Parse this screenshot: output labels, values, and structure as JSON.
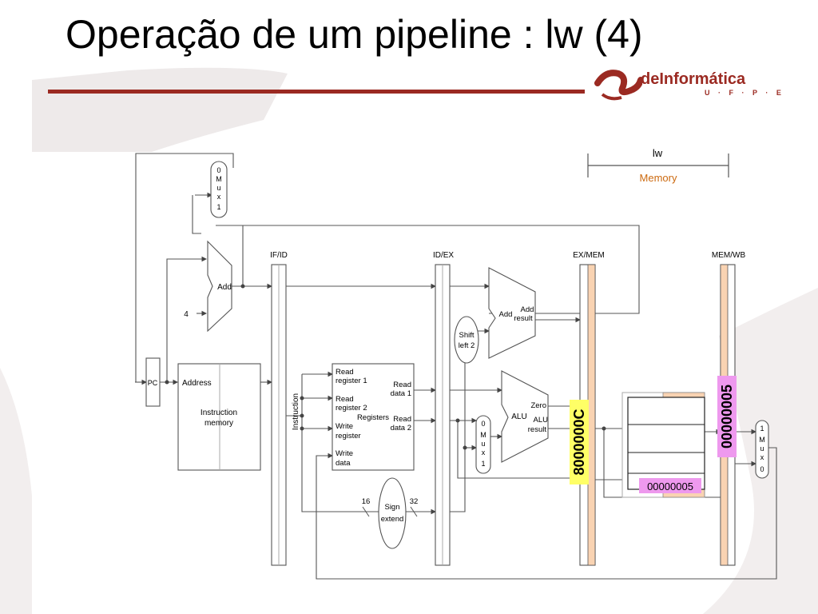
{
  "slide": {
    "title": "Operação de um pipeline : lw (4)",
    "logo": {
      "main": "deInformática",
      "sub": "U · F · P · E"
    }
  },
  "legend": {
    "instruction": "lw",
    "stage": "Memory"
  },
  "pipeline_registers": {
    "if_id": "IF/ID",
    "id_ex": "ID/EX",
    "ex_mem": "EX/MEM",
    "mem_wb": "MEM/WB"
  },
  "labels": {
    "pc": "PC",
    "add": "Add",
    "const4": "4",
    "mux_top": [
      "0",
      "M",
      "u",
      "x",
      "1"
    ],
    "mux_alu": [
      "0",
      "M",
      "u",
      "x",
      "1"
    ],
    "mux_wb": [
      "1",
      "M",
      "u",
      "x",
      "0"
    ],
    "address": "Address",
    "instruction_memory": [
      "Instruction",
      "memory"
    ],
    "instruction_bus": "Instruction",
    "read_register1": [
      "Read",
      "register 1"
    ],
    "read_register2": [
      "Read",
      "register 2"
    ],
    "write_register": [
      "Write",
      "register"
    ],
    "write_data": [
      "Write",
      "data"
    ],
    "read_data1": [
      "Read",
      "data 1"
    ],
    "read_data2": [
      "Read",
      "data 2"
    ],
    "registers": "Registers",
    "shift_left2": [
      "Shift",
      "left 2"
    ],
    "add_result_add": "Add",
    "add_result": [
      "Add",
      "result"
    ],
    "alu": "ALU",
    "zero": "Zero",
    "alu_result": [
      "ALU",
      "result"
    ],
    "sign_extend": [
      "Sign",
      "extend"
    ],
    "bits16": "16",
    "bits32": "32"
  },
  "values": {
    "ex_mem_value": "8000000C",
    "mem_wb_value": "00000005",
    "memory_read_value": "00000005"
  }
}
